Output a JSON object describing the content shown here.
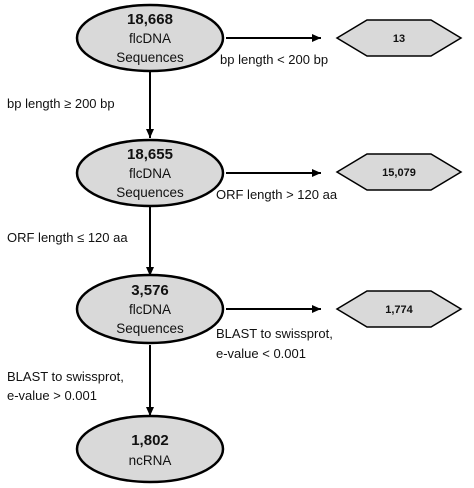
{
  "nodes": [
    {
      "count": "18,668",
      "line1": "flcDNA",
      "line2": "Sequences"
    },
    {
      "count": "18,655",
      "line1": "flcDNA",
      "line2": "Sequences"
    },
    {
      "count": "3,576",
      "line1": "flcDNA",
      "line2": "Sequences"
    },
    {
      "count": "1,802",
      "line1": "ncRNA"
    }
  ],
  "diamonds": [
    "13",
    "15,079",
    "1,774"
  ],
  "edges": {
    "side": [
      {
        "line1": "bp length < 200 bp"
      },
      {
        "line1": "ORF length > 120 aa"
      },
      {
        "line1": "BLAST to swissprot,",
        "line2": "e-value < 0.001"
      }
    ],
    "down": [
      {
        "line1": "bp length ≥ 200 bp"
      },
      {
        "line1": "ORF length ≤ 120 aa"
      },
      {
        "line1": "BLAST to swissprot,",
        "line2": "e-value > 0.001"
      }
    ]
  },
  "colors": {
    "node_fill": "#d9d9d9",
    "stroke": "#000000"
  }
}
